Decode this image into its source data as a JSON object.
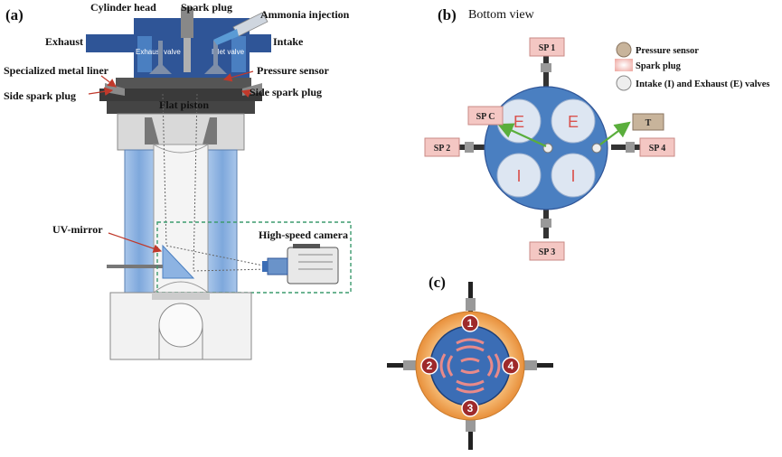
{
  "panel_a": {
    "label": "(a)",
    "cylinder_head": "Cylinder head",
    "spark_plug": "Spark plug",
    "ammonia_injection": "Ammonia injection",
    "exhaust": "Exhaust",
    "intake": "Intake",
    "exhaust_valve": "Exhaust valve",
    "inlet_valve": "Inlet valve",
    "metal_liner": "Specialized metal liner",
    "pressure_sensor": "Pressure sensor",
    "side_spark_plug_left": "Side spark plug",
    "side_spark_plug_right": "Side spark plug",
    "flat_piston": "Flat piston",
    "uv_mirror": "UV-mirror",
    "high_speed_camera": "High-speed camera"
  },
  "panel_b": {
    "label": "(b)",
    "view_title": "Bottom view",
    "sp1": "SP 1",
    "sp2": "SP 2",
    "sp3": "SP 3",
    "sp4": "SP 4",
    "spc": "SP C",
    "t": "T",
    "valve_e": "E",
    "valve_i": "I",
    "legend": {
      "pressure_sensor": "Pressure sensor",
      "spark_plug": "Spark plug",
      "valves": "Intake (I) and Exhaust (E) valves"
    }
  },
  "panel_c": {
    "label": "(c)",
    "n1": "1",
    "n2": "2",
    "n3": "3",
    "n4": "4"
  },
  "colors": {
    "blue_liner": "#8db3e2",
    "head_blue": "#2f5597",
    "bore_blue": "#4a7fc1",
    "spark_pink": "#f4c7c3",
    "sensor_tan": "#c8b49b",
    "arrow_green": "#5aae3c",
    "dashed_green": "#3d9b6e",
    "orange_ring": "#f2a65a",
    "marker_red": "#9e2a2b"
  }
}
